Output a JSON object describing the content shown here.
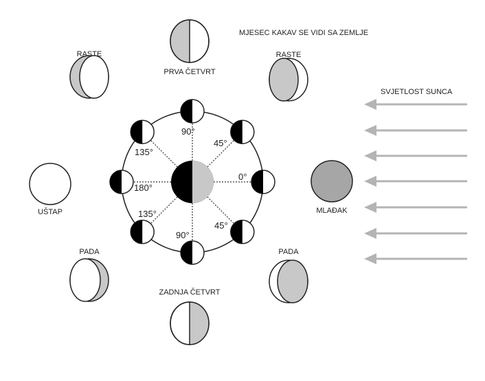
{
  "title": "MJESEC KAKAV SE VIDI SA ZEMLJE",
  "sunlight_label": "SVJETLOST SUNCA",
  "phases": {
    "first_quarter": "PRVA ČETVRT",
    "waxing_left": "RASTE",
    "waxing_right": "RASTE",
    "full_moon": "UŠTAP",
    "new_moon": "MLAĐAK",
    "waning_left": "PADA",
    "waning_right": "PADA",
    "last_quarter": "ZADNJA ČETVRT"
  },
  "angles": {
    "top": "90°",
    "top_right": "45°",
    "right": "0°",
    "bottom_right": "45°",
    "bottom": "90°",
    "bottom_left": "135°",
    "left": "180°",
    "top_left": "135°"
  },
  "colors": {
    "lit_gray": "#c8c8c8",
    "new_moon_gray": "#a6a6a6",
    "arrow_gray": "#b4b4b4",
    "dark": "#000000"
  }
}
